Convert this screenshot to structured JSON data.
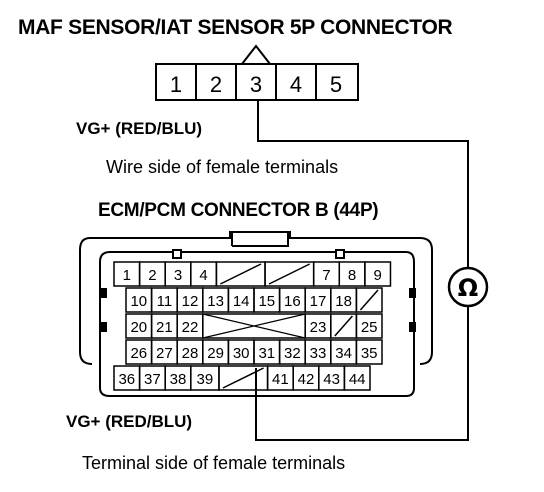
{
  "maf_connector": {
    "title": "MAF SENSOR/IAT SENSOR 5P CONNECTOR",
    "pins": [
      "1",
      "2",
      "3",
      "4",
      "5"
    ],
    "probe_label": "VG+ (RED/BLU)",
    "view_caption": "Wire side of female terminals"
  },
  "ecm_connector": {
    "title": "ECM/PCM CONNECTOR B (44P)",
    "rows": [
      [
        "1",
        "2",
        "3",
        "4",
        "",
        "",
        "7",
        "8",
        "9"
      ],
      [
        "10",
        "11",
        "12",
        "13",
        "14",
        "15",
        "16",
        "17",
        "18",
        ""
      ],
      [
        "20",
        "21",
        "22",
        "",
        "",
        "",
        "",
        "23",
        "",
        "25"
      ],
      [
        "26",
        "27",
        "28",
        "29",
        "30",
        "31",
        "32",
        "33",
        "34",
        "35"
      ],
      [
        "36",
        "37",
        "38",
        "39",
        "",
        "41",
        "42",
        "43",
        "44"
      ]
    ],
    "probe_label": "VG+ (RED/BLU)",
    "view_caption": "Terminal side of female terminals"
  },
  "meter": {
    "symbol": "Ω",
    "icon": "ohmmeter-icon"
  }
}
